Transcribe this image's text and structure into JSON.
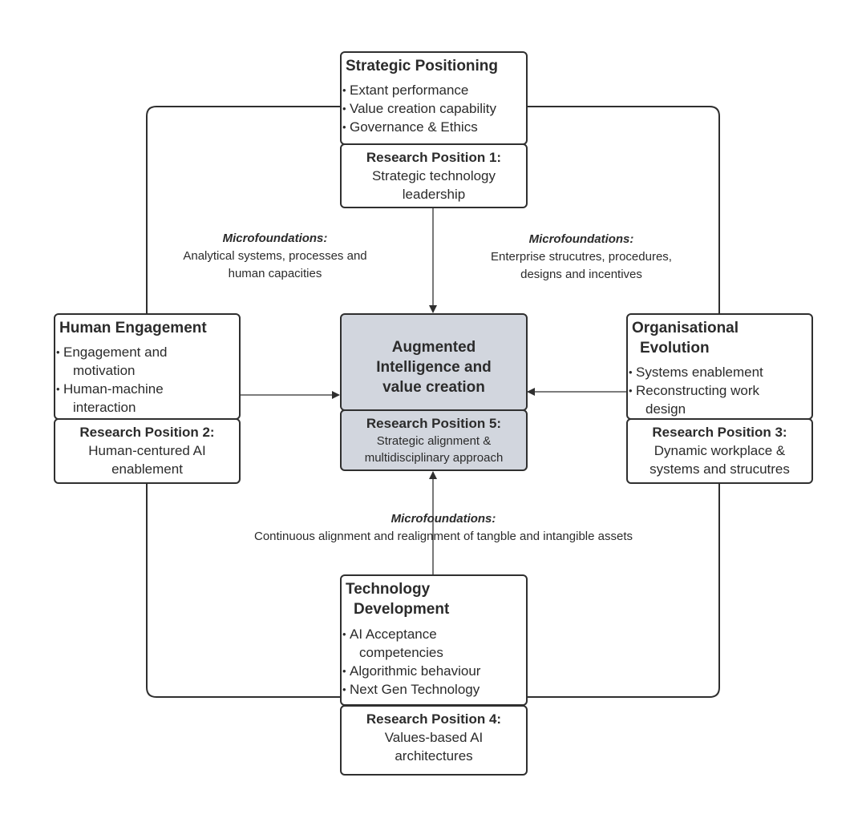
{
  "strategic_positioning": {
    "title": "Strategic Positioning",
    "items": [
      "Extant performance",
      "Value creation capability",
      "Governance & Ethics"
    ],
    "research_position": {
      "title": "Research Position 1:",
      "line1": "Strategic technology",
      "line2": "leadership"
    }
  },
  "human_engagement": {
    "title": "Human Engagement",
    "items": [
      {
        "line1": "Engagement and",
        "line2": "motivation"
      },
      {
        "line1": "Human-machine",
        "line2": "interaction"
      }
    ],
    "research_position": {
      "title": "Research Position 2:",
      "line1": "Human-centured AI",
      "line2": "enablement"
    }
  },
  "organisational_evolution": {
    "title_line1": "Organisational",
    "title_line2": "Evolution",
    "items": [
      {
        "line1": "Systems enablement"
      },
      {
        "line1": "Reconstructing work",
        "line2": "design"
      }
    ],
    "research_position": {
      "title": "Research Position 3:",
      "line1": "Dynamic workplace &",
      "line2": "systems and strucutres"
    }
  },
  "technology_development": {
    "title_line1": "Technology",
    "title_line2": "Development",
    "items": [
      {
        "line1": "AI Acceptance",
        "line2": "competencies"
      },
      {
        "line1": "Algorithmic behaviour"
      },
      {
        "line1": "Next Gen Technology"
      }
    ],
    "research_position": {
      "title": "Research Position 4:",
      "line1": "Values-based AI",
      "line2": "architectures"
    }
  },
  "center": {
    "title_line1": "Augmented",
    "title_line2": "Intelligence and",
    "title_line3": "value creation",
    "research_position": {
      "title": "Research Position 5:",
      "line1": "Strategic alignment &",
      "line2": "multidisciplinary approach"
    }
  },
  "microfoundations": {
    "left": {
      "title": "Microfoundations:",
      "line1": "Analytical systems, processes and",
      "line2": "human capacities"
    },
    "right": {
      "title": "Microfoundations:",
      "line1": "Enterprise strucutres, procedures,",
      "line2": "designs and incentives"
    },
    "bottom": {
      "title": "Microfoundations:",
      "line1": "Continuous alignment and realignment of tangble and intangible assets"
    }
  },
  "colors": {
    "stroke": "#2f2f2f",
    "center_fill": "#d2d6de",
    "text": "#2b2b2b"
  }
}
